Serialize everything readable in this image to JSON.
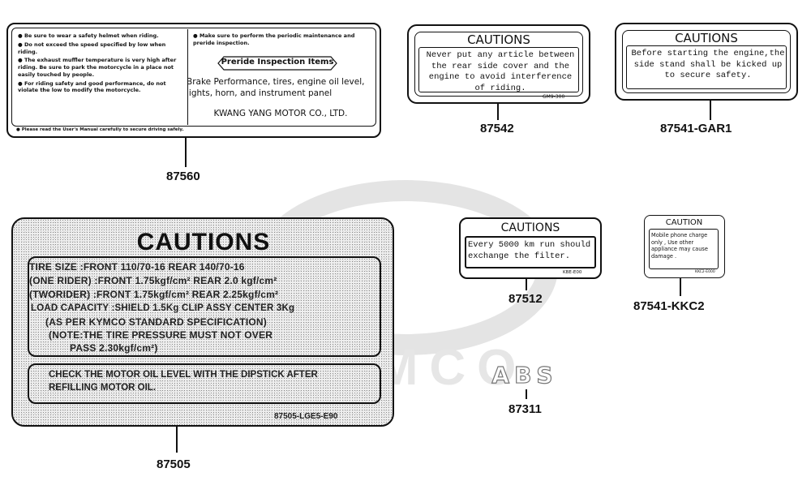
{
  "watermark": "KYMCO",
  "label_87560": {
    "left_bullets": [
      "Be sure to wear a safety helmet when riding.",
      "Do not exceed the speed specified by low when riding.",
      "The exhaust muffler temperature is very high after riding. Be sure to park the motorcycle in a place not easily touched by people.",
      "For riding safety and good performance, do not violate the low to modify the motorcycle."
    ],
    "right_bullet": "Make sure to perform the periodic maintenance and preride inspection.",
    "preride_title": "Preride Inspection Items",
    "items_text": "Brake Performance, tires, engine oil level, lights, horn, and instrument panel",
    "company": "KWANG YANG MOTOR CO., LTD.",
    "footer": "Please read the User's Manual carefully to secure driving safely.",
    "part_number": "87560"
  },
  "label_87542": {
    "title": "CAUTIONS",
    "text": "Never put any article between the rear side cover and the engine to avoid interference of riding.",
    "code": "GM9-300",
    "part_number": "87542"
  },
  "label_87541_gar1": {
    "title": "CAUTIONS",
    "text": "Before starting the engine,the side stand shall be kicked up to secure safety.",
    "part_number": "87541-GAR1"
  },
  "label_87505": {
    "title": "CAUTIONS",
    "rows": [
      "TIRE SIZE :FRONT   110/70-16     REAR  140/70-16",
      "(ONE RIDER)  :FRONT  1.75kgf/cm²     REAR  2.0  kgf/cm²",
      "(TWORIDER)  :FRONT  1.75kgf/cm²     REAR  2.25kgf/cm²",
      "LOAD CAPACITY :SHIELD 1.5Kg   CLIP ASSY CENTER 3Kg",
      "(AS PER KYMCO STANDARD SPECIFICATION)",
      "(NOTE:THE TIRE PRESSURE MUST NOT OVER",
      "PASS 2.30kgf/cm²)"
    ],
    "oil_text": "CHECK THE MOTOR OIL LEVEL WITH THE DIPSTICK AFTER REFILLING MOTOR OIL.",
    "code": "87505-LGE5-E90",
    "part_number": "87505"
  },
  "label_87512": {
    "title": "CAUTIONS",
    "text": "Every 5000 km run should exchange the filter.",
    "code": "KBE-E00",
    "part_number": "87512"
  },
  "label_87541_kkc2": {
    "title": "CAUTION",
    "text": "Mobile phone charge only , Use other appliance may cause damage .",
    "code": "KKC2-E000",
    "part_number": "87541-KKC2"
  },
  "emblem_87311": {
    "text": "ABS",
    "part_number": "87311"
  }
}
